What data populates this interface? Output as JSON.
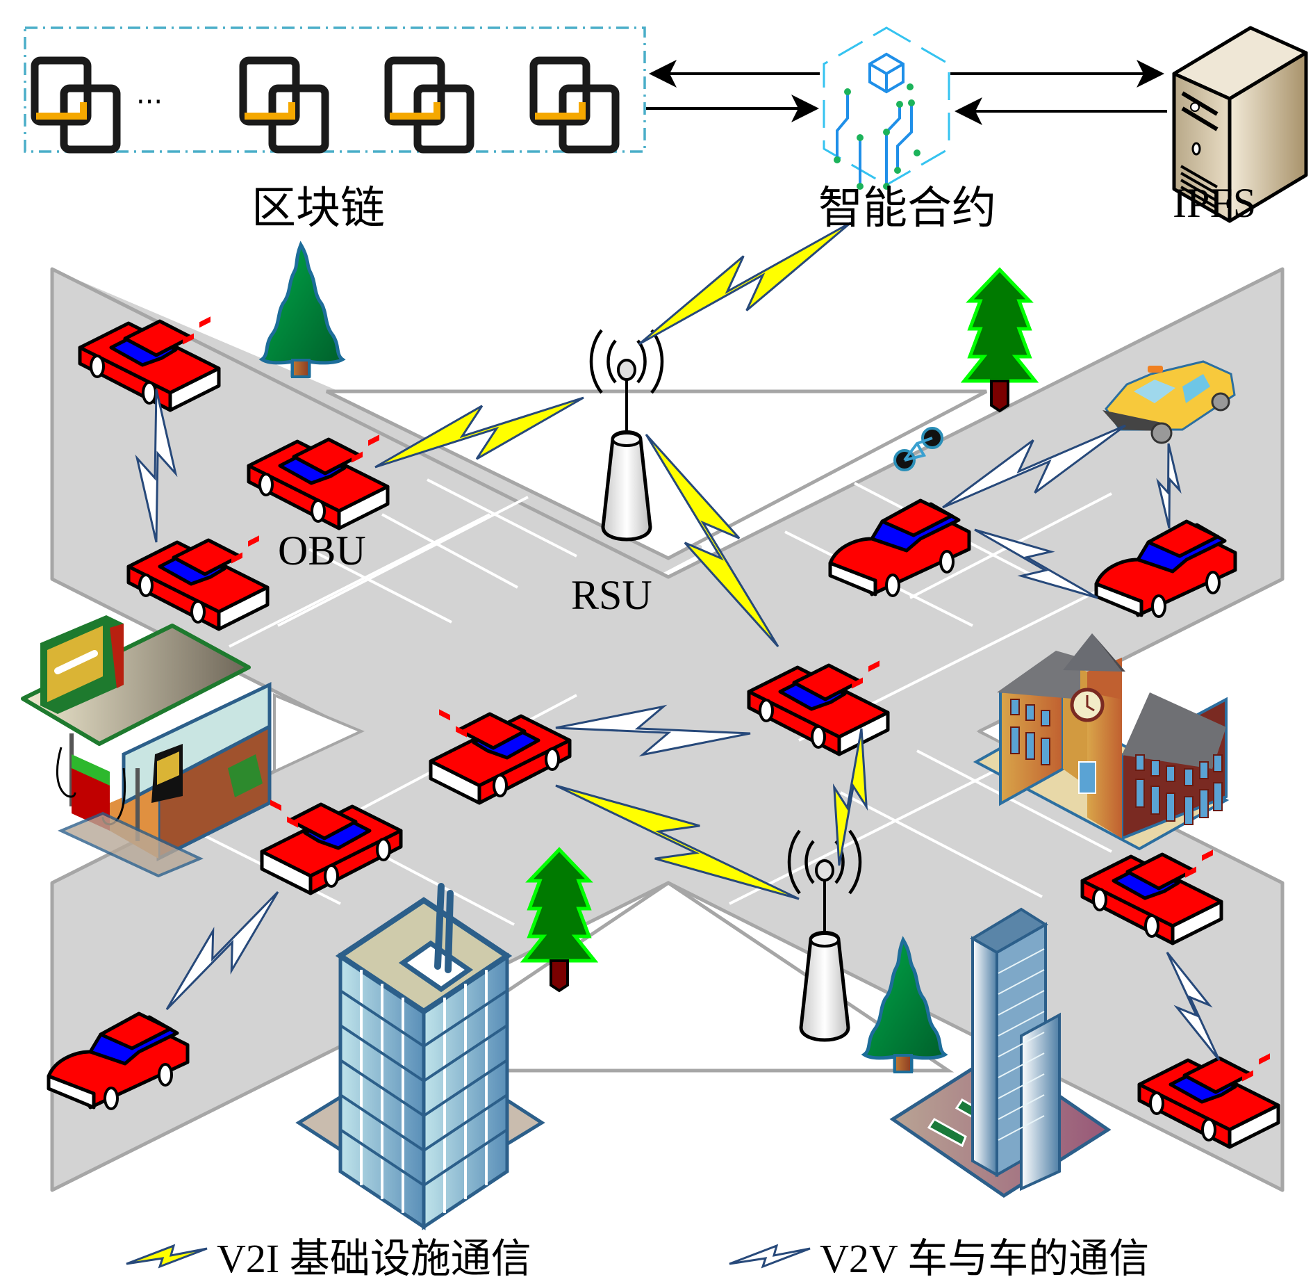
{
  "title": "Blockchain-based vehicular network architecture",
  "top_row": {
    "blockchain": {
      "label": "区块链",
      "ellipsis": "···",
      "block_count_visible": 4,
      "border_color": "#4aaec8",
      "link_accent_color": "#f5a800"
    },
    "smart_contract": {
      "label": "智能合约"
    },
    "storage": {
      "label": "IPFS"
    },
    "flows": [
      {
        "from": "smart_contract",
        "to": "blockchain",
        "direction": "left"
      },
      {
        "from": "blockchain",
        "to": "smart_contract",
        "direction": "right"
      },
      {
        "from": "smart_contract",
        "to": "storage",
        "direction": "right"
      },
      {
        "from": "storage",
        "to": "smart_contract",
        "direction": "left"
      }
    ]
  },
  "scene": {
    "labels": {
      "obu": "OBU",
      "rsu": "RSU"
    },
    "colors": {
      "road": "#d3d3d3",
      "road_edge": "#a6a6a6",
      "lane_line": "#ffffff",
      "car_body": "#ff0000",
      "car_window": "#0000ff",
      "v2i_bolt": "#ffff00",
      "v2v_bolt": "#ffffff",
      "bolt_outline": "#27497a",
      "taxi": "#f7c93c"
    },
    "landmarks": [
      "gas-station",
      "clock-tower-building",
      "glass-office-tower",
      "twin-skyscraper",
      "pine-trees",
      "bicycle",
      "taxi"
    ]
  },
  "legend": {
    "items": [
      {
        "type": "V2I",
        "label": "V2I 基础设施通信",
        "bolt_fill": "#ffff00"
      },
      {
        "type": "V2V",
        "label": "V2V 车与车的通信",
        "bolt_fill": "#ffffff"
      }
    ]
  }
}
